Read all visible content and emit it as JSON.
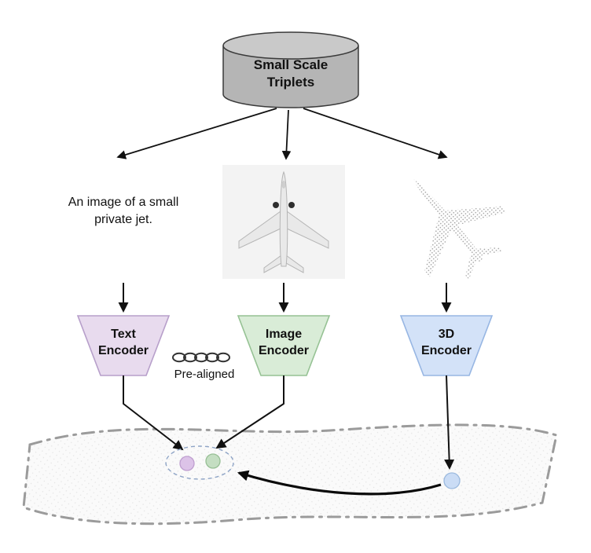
{
  "diagram": {
    "dataset": {
      "label": "Small Scale Triplets",
      "fill": "#b5b5b5",
      "top_fill": "#c9c9c9"
    },
    "samples": {
      "text_caption": "An image of a small private jet.",
      "image_name": "small-private-jet-render",
      "pointcloud_name": "small-private-jet-point-cloud"
    },
    "encoders": {
      "text": {
        "label": "Text Encoder",
        "fill": "#e8dbee",
        "stroke": "#b79fca"
      },
      "image": {
        "label": "Image Encoder",
        "fill": "#d9ecd7",
        "stroke": "#96c294"
      },
      "threed": {
        "label": "3D Encoder",
        "fill": "#d3e2f8",
        "stroke": "#97b6e3"
      }
    },
    "prealigned": {
      "label": "Pre-aligned"
    },
    "embedding_space": {
      "text_dot_fill": "#dcc3e8",
      "text_dot_stroke": "#bf9fd0",
      "image_dot_fill": "#c4dec2",
      "image_dot_stroke": "#97bf95",
      "threed_dot_fill": "#cadcf5",
      "threed_dot_stroke": "#9bb9de"
    }
  }
}
